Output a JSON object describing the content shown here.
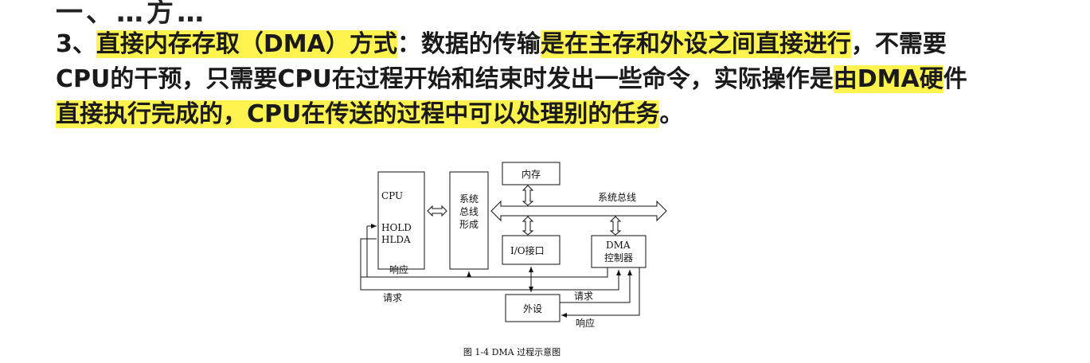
{
  "heading_fragment": "一、…方…",
  "paragraph": {
    "lines": [
      [
        {
          "text": "3、",
          "hl": false
        },
        {
          "text": "直接内存存取（DMA）方式",
          "hl": true
        },
        {
          "text": "：数据的传输",
          "hl": false
        },
        {
          "text": "是在主存和外设之间直接进行",
          "hl": true
        },
        {
          "text": "，不需要",
          "hl": false
        }
      ],
      [
        {
          "text": "CPU的干预，只需要CPU在过程开始和结束时发出一些命令，实际操作是",
          "hl": false
        },
        {
          "text": "由DMA硬",
          "hl": true
        },
        {
          "text": "件",
          "hl": false
        }
      ],
      [
        {
          "text": "直接执行完成的，CPU在传送的过程中可以处理别的任务",
          "hl": true
        },
        {
          "text": "。",
          "hl": false
        }
      ]
    ],
    "highlight_color": "#fff44f"
  },
  "figure": {
    "cpu_lines": [
      "CPU",
      "HOLD",
      "HLDA"
    ],
    "bus_former_lines": [
      "系统",
      "总线",
      "形成"
    ],
    "memory": "内存",
    "system_bus": "系统总线",
    "io_port": "I/O接口",
    "dma_lines": [
      "DMA",
      "控制器"
    ],
    "device": "外设",
    "response_label": "响应",
    "request_label": "请求",
    "caption": "图 1-4   DMA 过程示意图"
  }
}
